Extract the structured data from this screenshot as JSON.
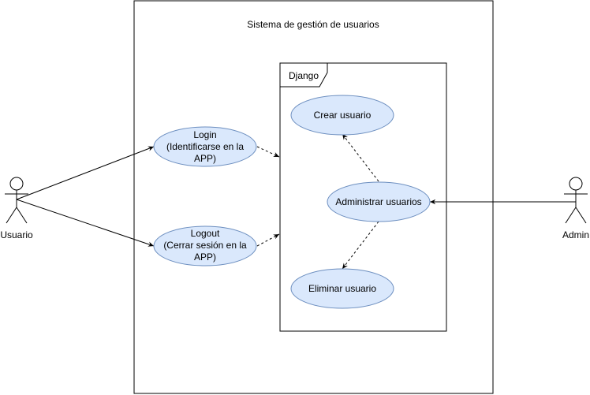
{
  "system": {
    "title": "Sistema de gestión de usuarios"
  },
  "package": {
    "label": "Django"
  },
  "actors": {
    "usuario": {
      "name": "Usuario"
    },
    "admin": {
      "name": "Admin"
    }
  },
  "use_cases": {
    "login": {
      "line1": "Login",
      "line2": "(Identificarse en la",
      "line3": "APP)"
    },
    "logout": {
      "line1": "Logout",
      "line2": "(Cerrar sesión en la",
      "line3": "APP)"
    },
    "crear": {
      "label": "Crear usuario"
    },
    "administrar": {
      "label": "Administrar usuarios"
    },
    "eliminar": {
      "label": "Eliminar usuario"
    }
  },
  "colors": {
    "use_case_fill": "#dae8fc",
    "use_case_stroke": "#6c8ebf",
    "line": "#000000",
    "background": "#ffffff"
  }
}
